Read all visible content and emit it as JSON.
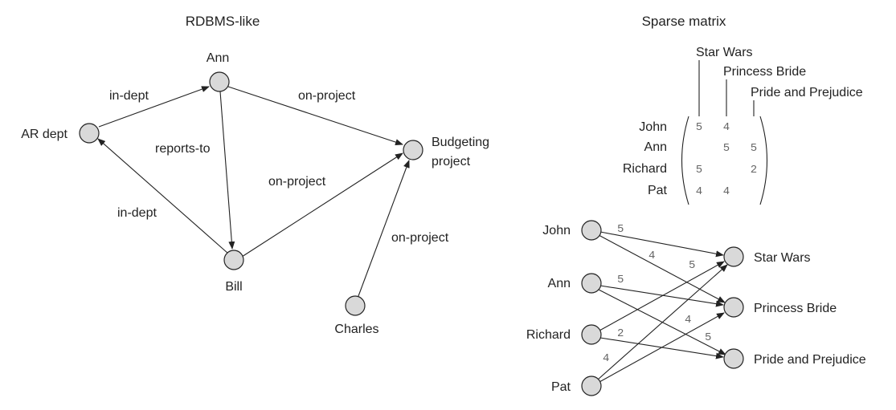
{
  "rdbms": {
    "title": "RDBMS-like",
    "nodes": {
      "ann": "Ann",
      "ar_dept": "AR dept",
      "budgeting_line1": "Budgeting",
      "budgeting_line2": "project",
      "bill": "Bill",
      "charles": "Charles"
    },
    "edges": {
      "ar_ann": "in-dept",
      "ann_bill": "reports-to",
      "ann_budget": "on-project",
      "bill_ar": "in-dept",
      "bill_budget": "on-project",
      "charles_budget": "on-project"
    }
  },
  "sparse": {
    "title": "Sparse matrix",
    "columns": [
      "Star Wars",
      "Princess Bride",
      "Pride and Prejudice"
    ],
    "rows": [
      "John",
      "Ann",
      "Richard",
      "Pat"
    ],
    "cells": [
      [
        "5",
        "4",
        ""
      ],
      [
        "",
        "5",
        "5"
      ],
      [
        "5",
        "",
        "2"
      ],
      [
        "4",
        "4",
        ""
      ]
    ]
  },
  "bipartite": {
    "users": [
      "John",
      "Ann",
      "Richard",
      "Pat"
    ],
    "movies": [
      "Star Wars",
      "Princess Bride",
      "Pride and Prejudice"
    ],
    "edges": [
      {
        "from": "John",
        "to": "Star Wars",
        "rating": "5"
      },
      {
        "from": "John",
        "to": "Princess Bride",
        "rating": "4"
      },
      {
        "from": "Ann",
        "to": "Princess Bride",
        "rating": "5"
      },
      {
        "from": "Ann",
        "to": "Pride and Prejudice",
        "rating": "5"
      },
      {
        "from": "Richard",
        "to": "Star Wars",
        "rating": "5"
      },
      {
        "from": "Richard",
        "to": "Pride and Prejudice",
        "rating": "2"
      },
      {
        "from": "Pat",
        "to": "Star Wars",
        "rating": "4"
      },
      {
        "from": "Pat",
        "to": "Princess Bride",
        "rating": "4"
      }
    ]
  }
}
